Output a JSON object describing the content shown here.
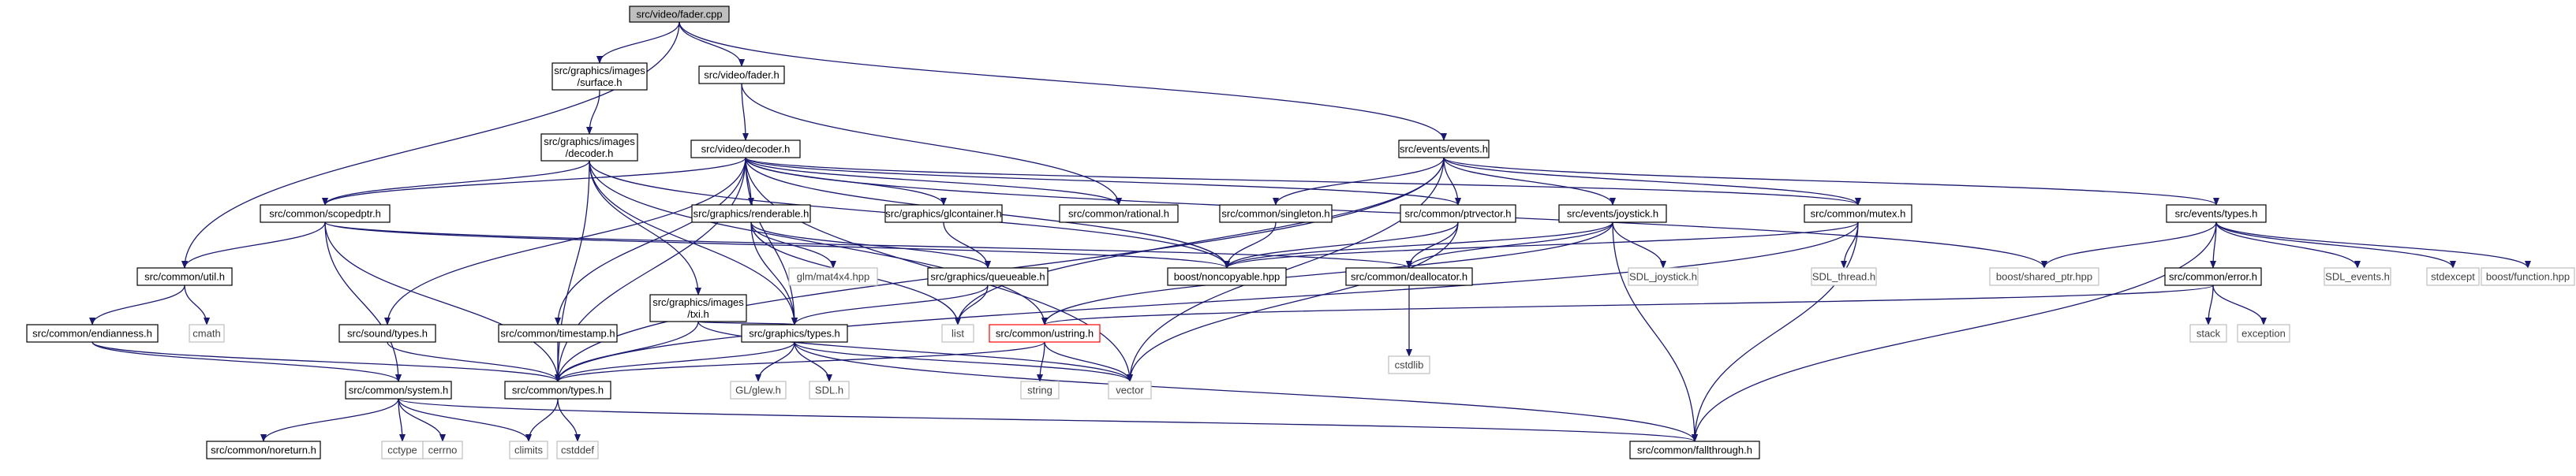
{
  "colors": {
    "edge": "#191970",
    "box_border": "#000000",
    "root_fill": "#bfbfbf",
    "node_fill": "#ffffff",
    "ext_border": "#bfbfbf",
    "ext_text": "#404040",
    "incomplete_border": "#ff0000",
    "text": "#000000"
  },
  "nodes": [
    {
      "id": "fader_cpp",
      "lines": [
        "src/video/fader.cpp"
      ],
      "kind": "root"
    },
    {
      "id": "surface_h",
      "lines": [
        "src/graphics/images",
        "/surface.h"
      ],
      "kind": "file"
    },
    {
      "id": "fader_h",
      "lines": [
        "src/video/fader.h"
      ],
      "kind": "file"
    },
    {
      "id": "events_h",
      "lines": [
        "src/events/events.h"
      ],
      "kind": "file"
    },
    {
      "id": "images_decoder_h",
      "lines": [
        "src/graphics/images",
        "/decoder.h"
      ],
      "kind": "file"
    },
    {
      "id": "video_decoder_h",
      "lines": [
        "src/video/decoder.h"
      ],
      "kind": "file"
    },
    {
      "id": "scopedptr_h",
      "lines": [
        "src/common/scopedptr.h"
      ],
      "kind": "file"
    },
    {
      "id": "renderable_h",
      "lines": [
        "src/graphics/renderable.h"
      ],
      "kind": "file"
    },
    {
      "id": "glcontainer_h",
      "lines": [
        "src/graphics/glcontainer.h"
      ],
      "kind": "file"
    },
    {
      "id": "rational_h",
      "lines": [
        "src/common/rational.h"
      ],
      "kind": "file"
    },
    {
      "id": "singleton_h",
      "lines": [
        "src/common/singleton.h"
      ],
      "kind": "file"
    },
    {
      "id": "ptrvector_h",
      "lines": [
        "src/common/ptrvector.h"
      ],
      "kind": "file"
    },
    {
      "id": "joystick_h",
      "lines": [
        "src/events/joystick.h"
      ],
      "kind": "file"
    },
    {
      "id": "mutex_h",
      "lines": [
        "src/common/mutex.h"
      ],
      "kind": "file"
    },
    {
      "id": "events_types_h",
      "lines": [
        "src/events/types.h"
      ],
      "kind": "file"
    },
    {
      "id": "util_h",
      "lines": [
        "src/common/util.h"
      ],
      "kind": "file"
    },
    {
      "id": "glm_mat4x4",
      "lines": [
        "glm/mat4x4.hpp"
      ],
      "kind": "ext"
    },
    {
      "id": "queueable_h",
      "lines": [
        "src/graphics/queueable.h"
      ],
      "kind": "file"
    },
    {
      "id": "noncopyable",
      "lines": [
        "boost/noncopyable.hpp"
      ],
      "kind": "file"
    },
    {
      "id": "deallocator_h",
      "lines": [
        "src/common/deallocator.h"
      ],
      "kind": "file"
    },
    {
      "id": "sdl_joystick",
      "lines": [
        "SDL_joystick.h"
      ],
      "kind": "ext"
    },
    {
      "id": "sdl_thread",
      "lines": [
        "SDL_thread.h"
      ],
      "kind": "ext"
    },
    {
      "id": "shared_ptr",
      "lines": [
        "boost/shared_ptr.hpp"
      ],
      "kind": "ext"
    },
    {
      "id": "error_h",
      "lines": [
        "src/common/error.h"
      ],
      "kind": "file"
    },
    {
      "id": "sdl_events",
      "lines": [
        "SDL_events.h"
      ],
      "kind": "ext"
    },
    {
      "id": "stdexcept",
      "lines": [
        "stdexcept"
      ],
      "kind": "ext"
    },
    {
      "id": "boost_function",
      "lines": [
        "boost/function.hpp"
      ],
      "kind": "ext"
    },
    {
      "id": "cmath",
      "lines": [
        "cmath"
      ],
      "kind": "ext"
    },
    {
      "id": "tximages_h",
      "lines": [
        "src/graphics/images",
        "/txi.h"
      ],
      "kind": "file"
    },
    {
      "id": "sound_types_h",
      "lines": [
        "src/sound/types.h"
      ],
      "kind": "file"
    },
    {
      "id": "timestamp_h",
      "lines": [
        "src/common/timestamp.h"
      ],
      "kind": "file"
    },
    {
      "id": "endianness_h",
      "lines": [
        "src/common/endianness.h"
      ],
      "kind": "file"
    },
    {
      "id": "graphics_types_h",
      "lines": [
        "src/graphics/types.h"
      ],
      "kind": "file"
    },
    {
      "id": "list",
      "lines": [
        "list"
      ],
      "kind": "ext"
    },
    {
      "id": "ustring_h",
      "lines": [
        "src/common/ustring.h"
      ],
      "kind": "incomplete"
    },
    {
      "id": "cstdlib",
      "lines": [
        "cstdlib"
      ],
      "kind": "ext"
    },
    {
      "id": "stack",
      "lines": [
        "stack"
      ],
      "kind": "ext"
    },
    {
      "id": "exception",
      "lines": [
        "exception"
      ],
      "kind": "ext"
    },
    {
      "id": "system_h",
      "lines": [
        "src/common/system.h"
      ],
      "kind": "file"
    },
    {
      "id": "common_types_h",
      "lines": [
        "src/common/types.h"
      ],
      "kind": "file"
    },
    {
      "id": "glew_h",
      "lines": [
        "GL/glew.h"
      ],
      "kind": "ext"
    },
    {
      "id": "sdl_h",
      "lines": [
        "SDL.h"
      ],
      "kind": "ext"
    },
    {
      "id": "string",
      "lines": [
        "string"
      ],
      "kind": "ext"
    },
    {
      "id": "vector",
      "lines": [
        "vector"
      ],
      "kind": "ext"
    },
    {
      "id": "noreturn_h",
      "lines": [
        "src/common/noreturn.h"
      ],
      "kind": "file"
    },
    {
      "id": "cctype",
      "lines": [
        "cctype"
      ],
      "kind": "ext"
    },
    {
      "id": "cerrno",
      "lines": [
        "cerrno"
      ],
      "kind": "ext"
    },
    {
      "id": "climits",
      "lines": [
        "climits"
      ],
      "kind": "ext"
    },
    {
      "id": "cstddef",
      "lines": [
        "cstddef"
      ],
      "kind": "ext"
    },
    {
      "id": "fallthrough_h",
      "lines": [
        "src/common/fallthrough.h"
      ],
      "kind": "file"
    }
  ],
  "edges": [
    [
      "fader_cpp",
      "surface_h"
    ],
    [
      "fader_cpp",
      "fader_h"
    ],
    [
      "fader_cpp",
      "events_h"
    ],
    [
      "fader_cpp",
      "util_h"
    ],
    [
      "surface_h",
      "images_decoder_h"
    ],
    [
      "fader_h",
      "video_decoder_h"
    ],
    [
      "fader_h",
      "rational_h"
    ],
    [
      "events_h",
      "singleton_h"
    ],
    [
      "events_h",
      "ptrvector_h"
    ],
    [
      "events_h",
      "joystick_h"
    ],
    [
      "events_h",
      "mutex_h"
    ],
    [
      "events_h",
      "events_types_h"
    ],
    [
      "events_h",
      "list"
    ],
    [
      "events_h",
      "vector"
    ],
    [
      "events_h",
      "common_types_h"
    ],
    [
      "images_decoder_h",
      "scopedptr_h"
    ],
    [
      "images_decoder_h",
      "tximages_h"
    ],
    [
      "images_decoder_h",
      "graphics_types_h"
    ],
    [
      "images_decoder_h",
      "common_types_h"
    ],
    [
      "images_decoder_h",
      "noncopyable"
    ],
    [
      "images_decoder_h",
      "ustring_h"
    ],
    [
      "video_decoder_h",
      "scopedptr_h"
    ],
    [
      "video_decoder_h",
      "renderable_h"
    ],
    [
      "video_decoder_h",
      "glcontainer_h"
    ],
    [
      "video_decoder_h",
      "rational_h"
    ],
    [
      "video_decoder_h",
      "ptrvector_h"
    ],
    [
      "video_decoder_h",
      "mutex_h"
    ],
    [
      "video_decoder_h",
      "shared_ptr"
    ],
    [
      "video_decoder_h",
      "sound_types_h"
    ],
    [
      "video_decoder_h",
      "timestamp_h"
    ],
    [
      "video_decoder_h",
      "graphics_types_h"
    ],
    [
      "video_decoder_h",
      "common_types_h"
    ],
    [
      "video_decoder_h",
      "noncopyable"
    ],
    [
      "video_decoder_h",
      "vector"
    ],
    [
      "scopedptr_h",
      "util_h"
    ],
    [
      "scopedptr_h",
      "system_h"
    ],
    [
      "scopedptr_h",
      "common_types_h"
    ],
    [
      "scopedptr_h",
      "noncopyable"
    ],
    [
      "scopedptr_h",
      "deallocator_h"
    ],
    [
      "renderable_h",
      "glm_mat4x4"
    ],
    [
      "renderable_h",
      "queueable_h"
    ],
    [
      "renderable_h",
      "graphics_types_h"
    ],
    [
      "renderable_h",
      "list"
    ],
    [
      "glcontainer_h",
      "queueable_h"
    ],
    [
      "singleton_h",
      "noncopyable"
    ],
    [
      "ptrvector_h",
      "noncopyable"
    ],
    [
      "ptrvector_h",
      "deallocator_h"
    ],
    [
      "ptrvector_h",
      "vector"
    ],
    [
      "joystick_h",
      "noncopyable"
    ],
    [
      "joystick_h",
      "deallocator_h"
    ],
    [
      "joystick_h",
      "sdl_joystick"
    ],
    [
      "joystick_h",
      "ustring_h"
    ],
    [
      "joystick_h",
      "fallthrough_h"
    ],
    [
      "mutex_h",
      "noncopyable"
    ],
    [
      "mutex_h",
      "sdl_thread"
    ],
    [
      "mutex_h",
      "common_types_h"
    ],
    [
      "mutex_h",
      "fallthrough_h"
    ],
    [
      "events_types_h",
      "shared_ptr"
    ],
    [
      "events_types_h",
      "error_h"
    ],
    [
      "events_types_h",
      "sdl_events"
    ],
    [
      "events_types_h",
      "stdexcept"
    ],
    [
      "events_types_h",
      "boost_function"
    ],
    [
      "events_types_h",
      "fallthrough_h"
    ],
    [
      "util_h",
      "cmath"
    ],
    [
      "util_h",
      "endianness_h"
    ],
    [
      "queueable_h",
      "graphics_types_h"
    ],
    [
      "queueable_h",
      "list"
    ],
    [
      "deallocator_h",
      "cstdlib"
    ],
    [
      "error_h",
      "stack"
    ],
    [
      "error_h",
      "exception"
    ],
    [
      "error_h",
      "ustring_h"
    ],
    [
      "tximages_h",
      "graphics_types_h"
    ],
    [
      "tximages_h",
      "common_types_h"
    ],
    [
      "tximages_h",
      "vector"
    ],
    [
      "sound_types_h",
      "common_types_h"
    ],
    [
      "timestamp_h",
      "common_types_h"
    ],
    [
      "endianness_h",
      "system_h"
    ],
    [
      "endianness_h",
      "common_types_h"
    ],
    [
      "graphics_types_h",
      "glew_h"
    ],
    [
      "graphics_types_h",
      "sdl_h"
    ],
    [
      "graphics_types_h",
      "vector"
    ],
    [
      "graphics_types_h",
      "common_types_h"
    ],
    [
      "graphics_types_h",
      "fallthrough_h"
    ],
    [
      "ustring_h",
      "string"
    ],
    [
      "ustring_h",
      "vector"
    ],
    [
      "ustring_h",
      "common_types_h"
    ],
    [
      "system_h",
      "noreturn_h"
    ],
    [
      "system_h",
      "cctype"
    ],
    [
      "system_h",
      "cerrno"
    ],
    [
      "system_h",
      "climits"
    ],
    [
      "system_h",
      "fallthrough_h"
    ],
    [
      "common_types_h",
      "climits"
    ],
    [
      "common_types_h",
      "cstddef"
    ]
  ]
}
